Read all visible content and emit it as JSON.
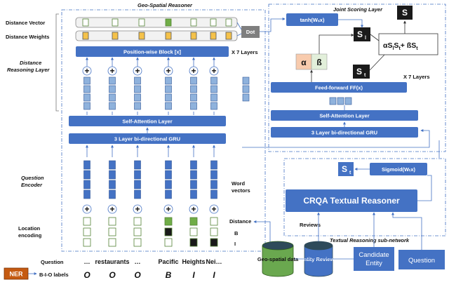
{
  "geo": {
    "title": "Geo-Spatial Reasoner",
    "distance_vector_label": "Distance Vector",
    "distance_weights_label": "Distance Weights",
    "distance_reasoning_label_1": "Distance",
    "distance_reasoning_label_2": "Reasoning Layer",
    "position_block": "Position-wise Block [x]",
    "x7_layers": "X 7 Layers",
    "self_attention": "Self-Attention Layer",
    "gru": "3 Layer bi-directional GRU",
    "dot": "Dot",
    "question_encoder_1": "Question",
    "question_encoder_2": "Encoder",
    "word_vectors_1": "Word",
    "word_vectors_2": "vectors",
    "location_encoding_1": "Location",
    "location_encoding_2": "encoding",
    "distance_label": "Distance",
    "b_label": "B",
    "i_label": "I"
  },
  "joint": {
    "title": "Joint Scoring Layer",
    "tanh": "tanh(Wₛx)",
    "s_top": "S",
    "s_l": "S",
    "s_l_sub": "l",
    "formula_main": "αS",
    "formula_rest": "S",
    "formula_plus": "+ ßS",
    "alpha": "α",
    "beta": "ß",
    "s_t": "S",
    "s_t_sub": "t",
    "x7_layers": "X 7 Layers",
    "feed_forward": "Feed-forward FF(x)",
    "self_attention": "Self-Attention Layer",
    "gru": "3 Layer bi-directional GRU"
  },
  "textual": {
    "title": "Textual Reasoning sub-network",
    "st": "S",
    "st_sub": "t",
    "sigmoid": "Sigmoid(Wₜx)",
    "crqa": "CRQA Textual Reasoner",
    "reviews": "Reviews"
  },
  "inputs": {
    "geo_data": "Geo-spatial data",
    "entity_reviews": "Entity Reviews",
    "candidate_entity_1": "Candidate",
    "candidate_entity_2": "Entity",
    "question": "Question"
  },
  "bottom": {
    "ner": "NER",
    "question_label": "Question",
    "bio_label": "B-I-O labels",
    "words": [
      "…",
      "restaurants",
      "…",
      "Pacific",
      "Heights",
      "Nei…"
    ],
    "tags": [
      "O",
      "O",
      "O",
      "B",
      "I",
      "I"
    ]
  },
  "colors": {
    "block_blue": "#4472c4",
    "light_blue": "#8fb2dc",
    "green_sq": "#70ad47",
    "yellow_sq": "#f5c24a",
    "gray_dot": "#7f7f7f",
    "alpha_bg": "#f8cbad",
    "beta_bg": "#e2efda",
    "ner_bg": "#c55a11",
    "cyl_dark": "#2e4a5a",
    "cyl_green": "#6aa84f"
  }
}
